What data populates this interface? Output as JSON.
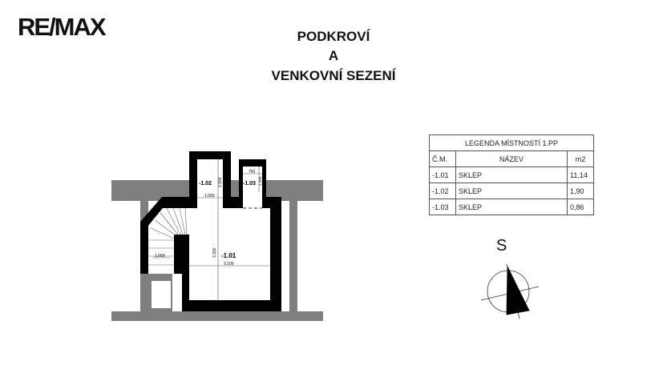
{
  "logo": "RE/MAX",
  "title": {
    "line1": "PODKROVÍ",
    "line2": "A",
    "line3": "VENKOVNÍ SEZENÍ"
  },
  "plan": {
    "rooms": [
      {
        "id": "-1.01",
        "dims": [
          "3.300",
          "3.100"
        ]
      },
      {
        "id": "-1.02",
        "dims": [
          "1.900",
          "1.000"
        ]
      },
      {
        "id": "-1.03",
        "dims": [
          "1.150",
          "750"
        ]
      }
    ],
    "stair_width": "1.000"
  },
  "legend": {
    "title": "LEGENDA MÍSTNOSTÍ 1.PP",
    "headers": [
      "Č.M.",
      "NÁZEV",
      "m2"
    ],
    "rows": [
      [
        "-1.01",
        "SKLEP",
        "11,14"
      ],
      [
        "-1.02",
        "SKLEP",
        "1,90"
      ],
      [
        "-1.03",
        "SKLEP",
        "0,86"
      ]
    ]
  },
  "compass": {
    "label": "S"
  },
  "colors": {
    "wall": "#000000",
    "existing": "#7f7f7f"
  }
}
